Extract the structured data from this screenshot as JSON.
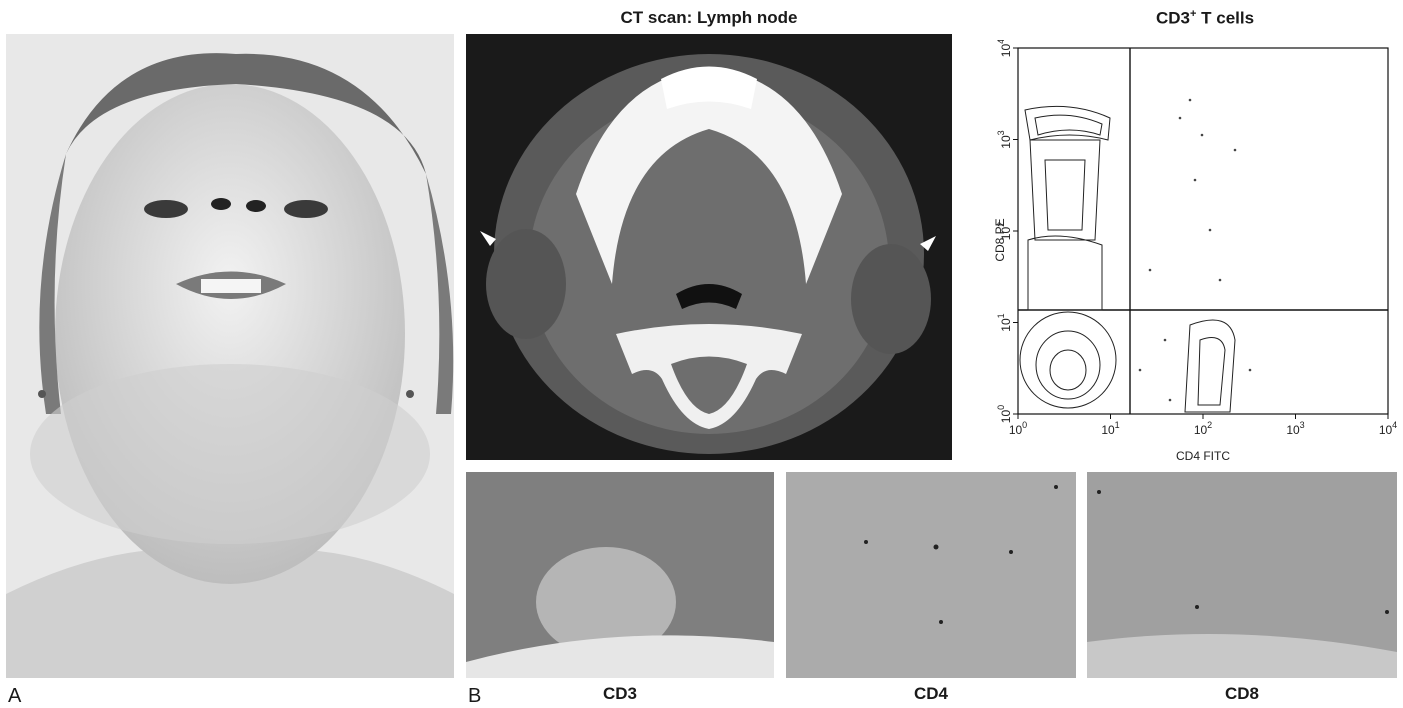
{
  "panel_labels": {
    "a": "A",
    "b": "B"
  },
  "ct": {
    "title": "CT scan: Lymph node"
  },
  "flow": {
    "title_main": "CD3",
    "title_sup": "+",
    "title_rest": " T cells",
    "x_label": "CD4 FITC",
    "y_label": "CD8 PE",
    "x_ticks": [
      {
        "base": "10",
        "exp": "0"
      },
      {
        "base": "10",
        "exp": "1"
      },
      {
        "base": "10",
        "exp": "2"
      },
      {
        "base": "10",
        "exp": "3"
      },
      {
        "base": "10",
        "exp": "4"
      }
    ],
    "y_ticks": [
      {
        "base": "10",
        "exp": "0"
      },
      {
        "base": "10",
        "exp": "1"
      },
      {
        "base": "10",
        "exp": "2"
      },
      {
        "base": "10",
        "exp": "3"
      },
      {
        "base": "10",
        "exp": "4"
      }
    ]
  },
  "micro": {
    "cd3": "CD3",
    "cd4": "CD4",
    "cd8": "CD8"
  }
}
